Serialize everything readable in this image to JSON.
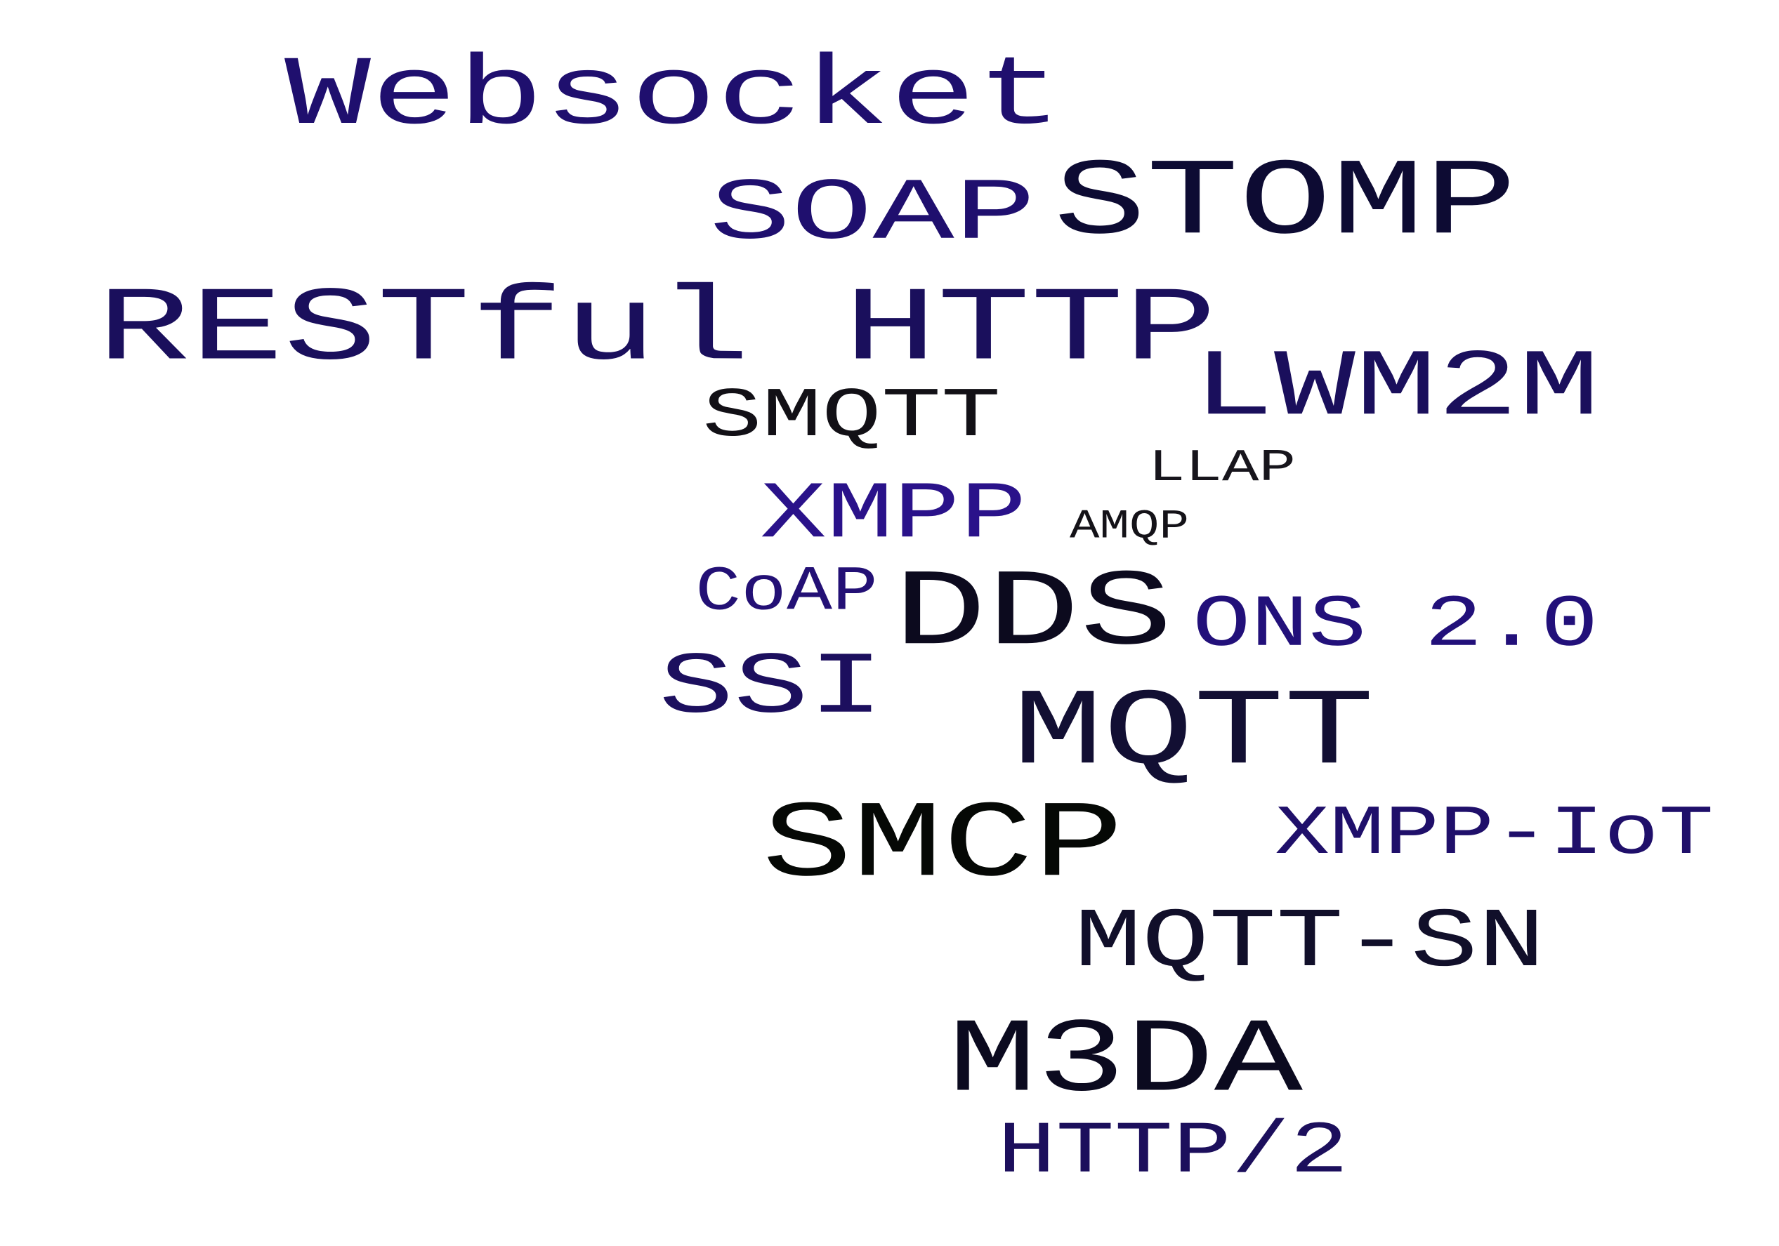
{
  "word_cloud": {
    "background_color": "#ffffff",
    "words": [
      {
        "key": "websocket",
        "text": "Websocket",
        "color": "#1f0f6e"
      },
      {
        "key": "soap",
        "text": "SOAP",
        "color": "#1f0f6e"
      },
      {
        "key": "stomp",
        "text": "STOMP",
        "color": "#0d0b33"
      },
      {
        "key": "restful-http",
        "text": "RESTful HTTP",
        "color": "#1a0f5c"
      },
      {
        "key": "lwm2m",
        "text": "LWM2M",
        "color": "#1a0f5c"
      },
      {
        "key": "smqtt",
        "text": "SMQTT",
        "color": "#121016"
      },
      {
        "key": "llap",
        "text": "LLAP",
        "color": "#17151c"
      },
      {
        "key": "xmpp",
        "text": "XMPP",
        "color": "#2a128a"
      },
      {
        "key": "amqp",
        "text": "AMQP",
        "color": "#141218"
      },
      {
        "key": "coap",
        "text": "CoAP",
        "color": "#231075"
      },
      {
        "key": "dds",
        "text": "DDS",
        "color": "#0c0a1e"
      },
      {
        "key": "ons-2-0",
        "text": "ONS 2.0",
        "color": "#22107a"
      },
      {
        "key": "ssi",
        "text": "SSI",
        "color": "#1c0f5e"
      },
      {
        "key": "mqtt",
        "text": "MQTT",
        "color": "#120f33"
      },
      {
        "key": "smcp",
        "text": "SMCP",
        "color": "#050805"
      },
      {
        "key": "xmpp-iot",
        "text": "XMPP-IoT",
        "color": "#1f0f6a"
      },
      {
        "key": "mqtt-sn",
        "text": "MQTT-SN",
        "color": "#110f2a"
      },
      {
        "key": "m3da",
        "text": "M3DA",
        "color": "#0b0a1f"
      },
      {
        "key": "http-2",
        "text": "HTTP/2",
        "color": "#1c0f5c"
      }
    ]
  }
}
